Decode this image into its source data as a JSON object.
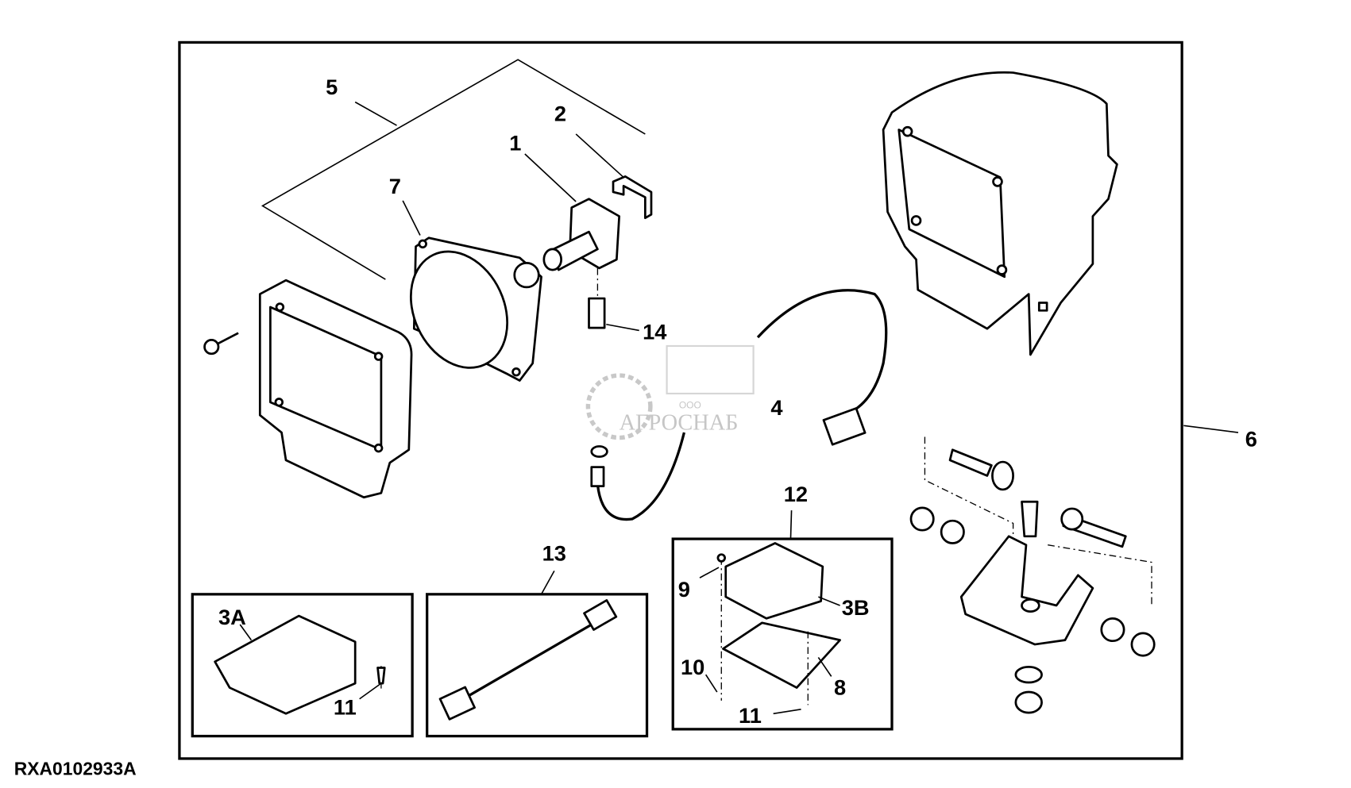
{
  "diagram": {
    "figure_code": "RXA0102933A",
    "watermark": {
      "prefix": "ООО",
      "name": "АГРОСНАБ"
    },
    "callouts": {
      "c1": "1",
      "c2": "2",
      "c3a": "3A",
      "c3b": "3B",
      "c4": "4",
      "c5": "5",
      "c6": "6",
      "c7": "7",
      "c8": "8",
      "c9": "9",
      "c10": "10",
      "c11a": "11",
      "c11b": "11",
      "c12": "12",
      "c13": "13",
      "c14": "14"
    }
  }
}
